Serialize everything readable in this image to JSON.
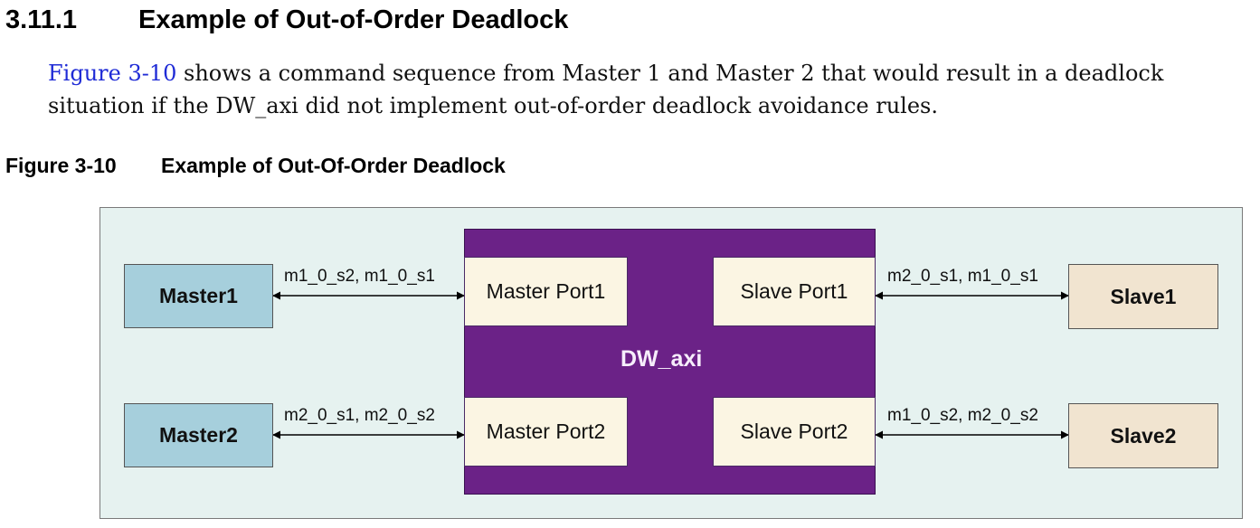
{
  "section": {
    "number": "3.11.1",
    "title": "Example of Out-of-Order Deadlock"
  },
  "paragraph": {
    "xref": "Figure 3-10",
    "text": " shows a command sequence from Master 1 and Master 2 that would result in a deadlock situation if the DW_axi did not implement out-of-order deadlock avoidance rules."
  },
  "figure": {
    "number": "Figure 3-10",
    "title": "Example of Out-Of-Order Deadlock"
  },
  "diagram": {
    "masters": [
      "Master1",
      "Master2"
    ],
    "slaves": [
      "Slave1",
      "Slave2"
    ],
    "interconnect": "DW_axi",
    "master_ports": [
      "Master Port1",
      "Master Port2"
    ],
    "slave_ports": [
      "Slave Port1",
      "Slave Port2"
    ],
    "links": {
      "master1": "m1_0_s2, m1_0_s1",
      "master2": "m2_0_s1, m2_0_s2",
      "slave1": "m2_0_s1, m1_0_s1",
      "slave2": "m1_0_s2, m2_0_s2"
    },
    "colors": {
      "background": "#e6f2f0",
      "master_fill": "#a6cfdc",
      "slave_fill": "#f1e4d0",
      "port_fill": "#fbf5e3",
      "interconnect_fill": "#6b2287"
    }
  }
}
